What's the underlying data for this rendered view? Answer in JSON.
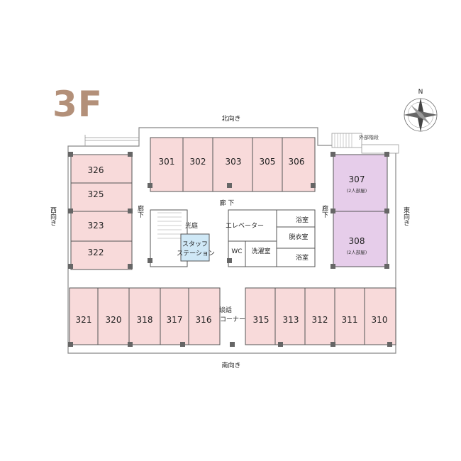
{
  "floor": "3F",
  "compass": {
    "north": "N"
  },
  "directions": {
    "north": "北向き",
    "south": "南向き",
    "west": "西向き",
    "east": "東向き"
  },
  "rooms": [
    {
      "number": "301"
    },
    {
      "number": "302"
    },
    {
      "number": "303"
    },
    {
      "number": "305"
    },
    {
      "number": "306"
    },
    {
      "number": "326"
    },
    {
      "number": "325"
    },
    {
      "number": "323"
    },
    {
      "number": "322"
    },
    {
      "number": "307",
      "note": "(2人部屋)"
    },
    {
      "number": "308",
      "note": "(2人部屋)"
    },
    {
      "number": "321"
    },
    {
      "number": "320"
    },
    {
      "number": "318"
    },
    {
      "number": "317"
    },
    {
      "number": "316"
    },
    {
      "number": "315"
    },
    {
      "number": "313"
    },
    {
      "number": "312"
    },
    {
      "number": "311"
    },
    {
      "number": "310"
    }
  ],
  "facilities": {
    "corridor": "廊下",
    "corridor_top": "廊 下",
    "light_court": "光庭",
    "elevator": "エレベーター",
    "bath": "浴室",
    "dressing": "脱衣室",
    "staff_station_1": "スタッフ",
    "staff_station_2": "ステーション",
    "wc": "WC",
    "laundry": "洗濯室",
    "talk_corner_1": "談話",
    "talk_corner_2": "コーナー",
    "exterior_stairs": "外部階段"
  },
  "colors": {
    "room_fill": "#f8dada",
    "double_room_fill": "#e6cdea",
    "staff_fill": "#cfe8f6",
    "floor_label": "#b39079"
  }
}
